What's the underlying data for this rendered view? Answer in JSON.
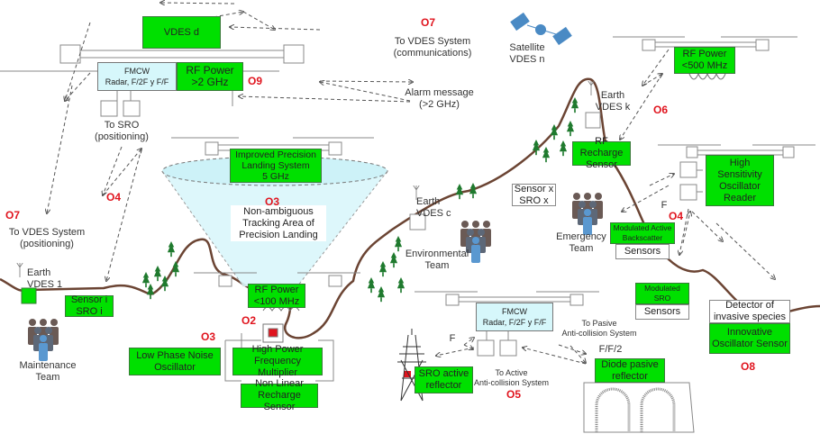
{
  "colors": {
    "module_green": "#00e000",
    "radar_cyan": "#d6f7fb",
    "objective_red": "#e0141e",
    "terrain_brown": "#6b4433",
    "tree_green": "#1f7a2e",
    "satellite_blue": "#4a8ac4"
  },
  "objectives": {
    "o7_top": "O7",
    "o9": "O9",
    "o6": "O6",
    "o4_left": "O4",
    "o7_left": "O7",
    "o3_cone": "O3",
    "o4_right": "O4",
    "o2": "O2",
    "o3_bottom": "O3",
    "o5": "O5",
    "o8": "O8"
  },
  "drone_top": {
    "vdes": "VDES d",
    "radar": "FMCW\nRadar, F/2F y F/F",
    "rf_power": "RF Power\n>2 GHz",
    "to_sro": "To SRO\n(positioning)"
  },
  "labels": {
    "to_vdes_comm": "To VDES System\n(communications)",
    "alarm": "Alarm message\n(>2 GHz)",
    "to_vdes_pos": "To VDES System\n(positioning)",
    "satellite": "Satellite\nVDES n",
    "earth_vdes_k": "Earth\nVDES k",
    "earth_vdes_c": "Earth\nVDES c",
    "earth_vdes_1": "Earth\nVDES 1",
    "environmental_team": "Environmental\nTeam",
    "emergency_team": "Emergency\nTeam",
    "maintenance_team": "Maintenance\nTeam",
    "f_right": "F",
    "f_radar": "F",
    "to_pasive": "To Pasive\nAnti-collision System",
    "ff2": "F/F/2",
    "to_active": "To Active\nAnti-collision System"
  },
  "drone_rf500": {
    "rf_power": "RF Power\n<500 MHz"
  },
  "precision": {
    "landing": "Improved Precision\nLanding System\n5 GHz",
    "tracking": "Non-ambiguous\nTracking Area of\nPrecision Landing"
  },
  "sensors": {
    "rf_recharge": "RF Recharge\nSensor",
    "sensor_x": "Sensor x\nSRO x",
    "high_sens": "High\nSensitivity\nOscillator\nReader",
    "mod_backscatter": "Modulated Active\nBackscatter",
    "sensors_1": "Sensors",
    "mod_sro": "Modulated\nSRO",
    "sensors_2": "Sensors",
    "detector": "Detector of\ninvasive species",
    "innovative": "Innovative\nOscillator Sensor",
    "sensor_i": "Sensor i\nSRO i"
  },
  "drone_100": {
    "rf_power": "RF Power\n<100 MHz",
    "low_phase": "Low Phase Noise\nOscillator",
    "multiplier": "High Power\nFrequency Multiplier",
    "nonlinear": "Non Linear\nRecharge Sensor"
  },
  "drone_bottom": {
    "radar": "FMCW\nRadar, F/2F y F/F",
    "sro_active": "SRO active\nreflector",
    "diode": "Diode pasive\nreflector"
  }
}
